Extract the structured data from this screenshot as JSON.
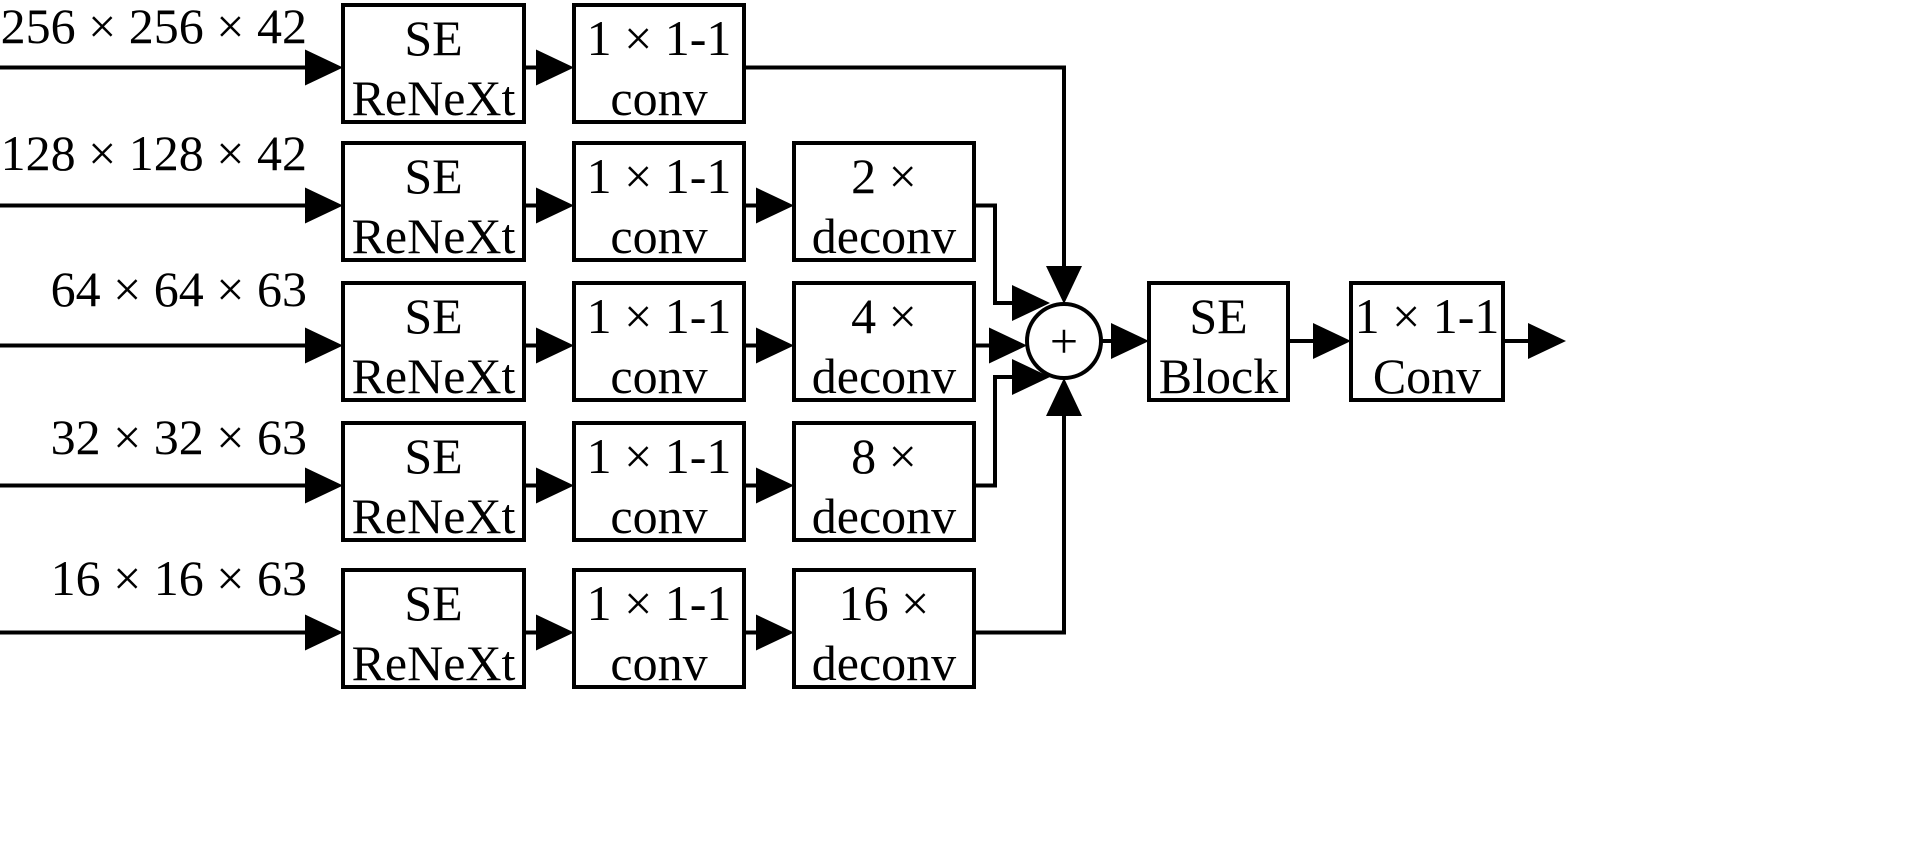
{
  "rows": [
    {
      "input_label": "256 × 256 × 42",
      "block": [
        "SE",
        "ReNeXt"
      ],
      "conv": [
        "1 × 1-1",
        "conv"
      ],
      "deconv": null
    },
    {
      "input_label": "128 × 128 × 42",
      "block": [
        "SE",
        "ReNeXt"
      ],
      "conv": [
        "1 × 1-1",
        "conv"
      ],
      "deconv": [
        "2 ×",
        "deconv"
      ]
    },
    {
      "input_label": "64 × 64 × 63",
      "block": [
        "SE",
        "ReNeXt"
      ],
      "conv": [
        "1 × 1-1",
        "conv"
      ],
      "deconv": [
        "4 ×",
        "deconv"
      ]
    },
    {
      "input_label": "32 × 32 × 63",
      "block": [
        "SE",
        "ReNeXt"
      ],
      "conv": [
        "1 × 1-1",
        "conv"
      ],
      "deconv": [
        "8 ×",
        "deconv"
      ]
    },
    {
      "input_label": "16 × 16 × 63",
      "block": [
        "SE",
        "ReNeXt"
      ],
      "conv": [
        "1 × 1-1",
        "conv"
      ],
      "deconv": [
        "16 ×",
        "deconv"
      ]
    }
  ],
  "sum_node": "+",
  "se_block": [
    "SE",
    "Block"
  ],
  "final_conv": [
    "1 × 1-1",
    "Conv"
  ]
}
